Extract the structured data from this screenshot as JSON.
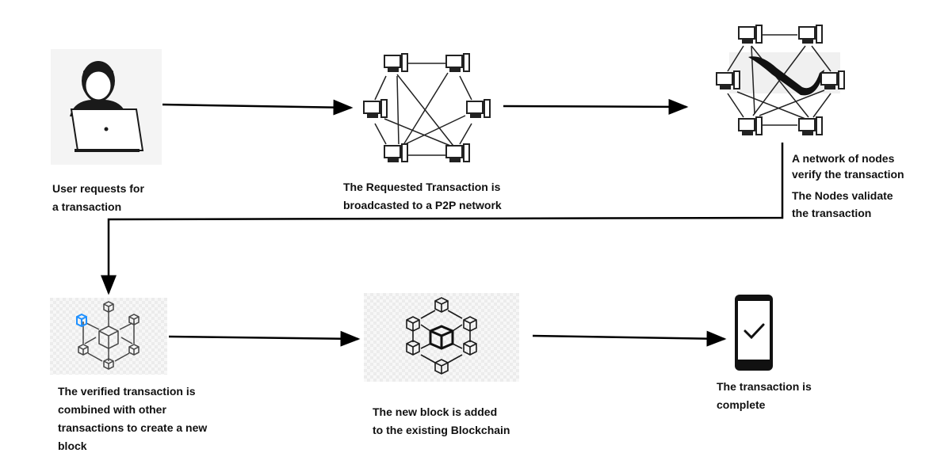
{
  "colors": {
    "arrow": "#000000",
    "text": "#111111",
    "icon_dark": "#222222",
    "cube_highlight": "#1e90ff",
    "checker_bg": "#eeeeee"
  },
  "steps": [
    {
      "id": "user-request",
      "icon": "user-laptop-icon",
      "caption": "User requests for\na transaction"
    },
    {
      "id": "broadcast",
      "icon": "p2p-network-icon",
      "caption": "The Requested Transaction is\nbroadcasted to a P2P network"
    },
    {
      "id": "verify",
      "icon": "node-network-verify-icon",
      "caption": "A network of nodes\nverify the transaction",
      "caption_extra": "The Nodes validate\nthe transaction"
    },
    {
      "id": "combine",
      "icon": "block-cube-network-icon",
      "caption": "The verified transaction is\ncombined with other\ntransactions to create a new\nblock"
    },
    {
      "id": "add-block",
      "icon": "blockchain-cubes-icon",
      "caption": "The new block is added\nto the existing Blockchain"
    },
    {
      "id": "complete",
      "icon": "smartphone-check-icon",
      "caption": "The transaction is\ncomplete"
    }
  ]
}
